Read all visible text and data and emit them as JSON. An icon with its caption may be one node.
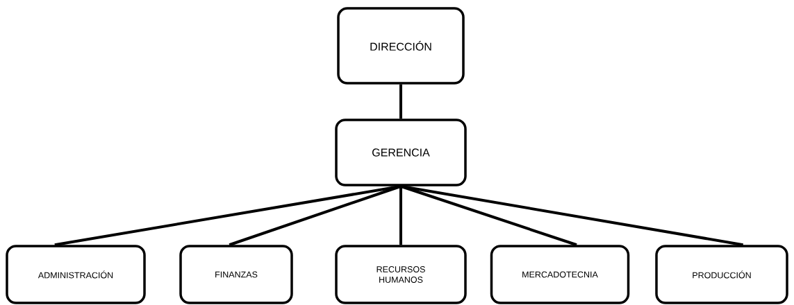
{
  "diagram": {
    "nodes": [
      {
        "text": [
          "DIRECCIÓN"
        ]
      },
      {
        "text": [
          "GERENCIA"
        ]
      },
      {
        "text": [
          "ADMINISTRACIÓN"
        ]
      },
      {
        "text": [
          "FINANZAS"
        ]
      },
      {
        "text": [
          "RECURSOS HUMANOS"
        ]
      },
      {
        "text": [
          "MERCADOTECNIA"
        ]
      },
      {
        "text": [
          "PRODUCCIÓN"
        ]
      }
    ],
    "edges": [
      {
        "from": 0,
        "to": 1,
        "arrow": "none"
      },
      {
        "from": 1,
        "to": 2,
        "arrow": "none"
      },
      {
        "from": 1,
        "to": 3,
        "arrow": "none"
      },
      {
        "from": 1,
        "to": 4,
        "arrow": "none"
      },
      {
        "from": 1,
        "to": 5,
        "arrow": "none"
      },
      {
        "from": 1,
        "to": 6,
        "arrow": "none"
      }
    ]
  }
}
